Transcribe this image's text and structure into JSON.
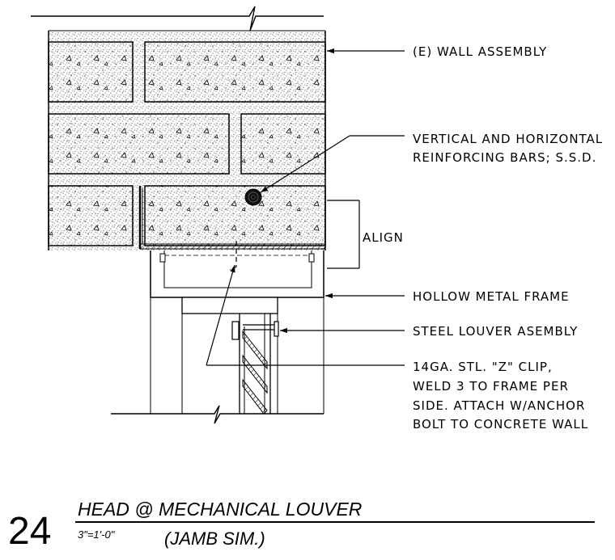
{
  "notes": {
    "wall_assembly": "(E) WALL ASSEMBLY",
    "reinforcing_line1": "VERTICAL AND HORIZONTAL",
    "reinforcing_line2": "REINFORCING BARS; S.S.D.",
    "align": "ALIGN",
    "hollow_metal_frame": "HOLLOW METAL FRAME",
    "steel_louver": "STEEL LOUVER ASEMBLY",
    "clip_line1": "14GA. STL. \"Z\" CLIP,",
    "clip_line2": "WELD 3 TO FRAME PER",
    "clip_line3": "SIDE.  ATTACH W/ANCHOR",
    "clip_line4": "BOLT TO CONCRETE WALL"
  },
  "title_block": {
    "detail_number": "24",
    "title": "HEAD @ MECHANICAL LOUVER",
    "subtitle": "(JAMB SIM.)",
    "scale": "3\"=1'-0\""
  }
}
